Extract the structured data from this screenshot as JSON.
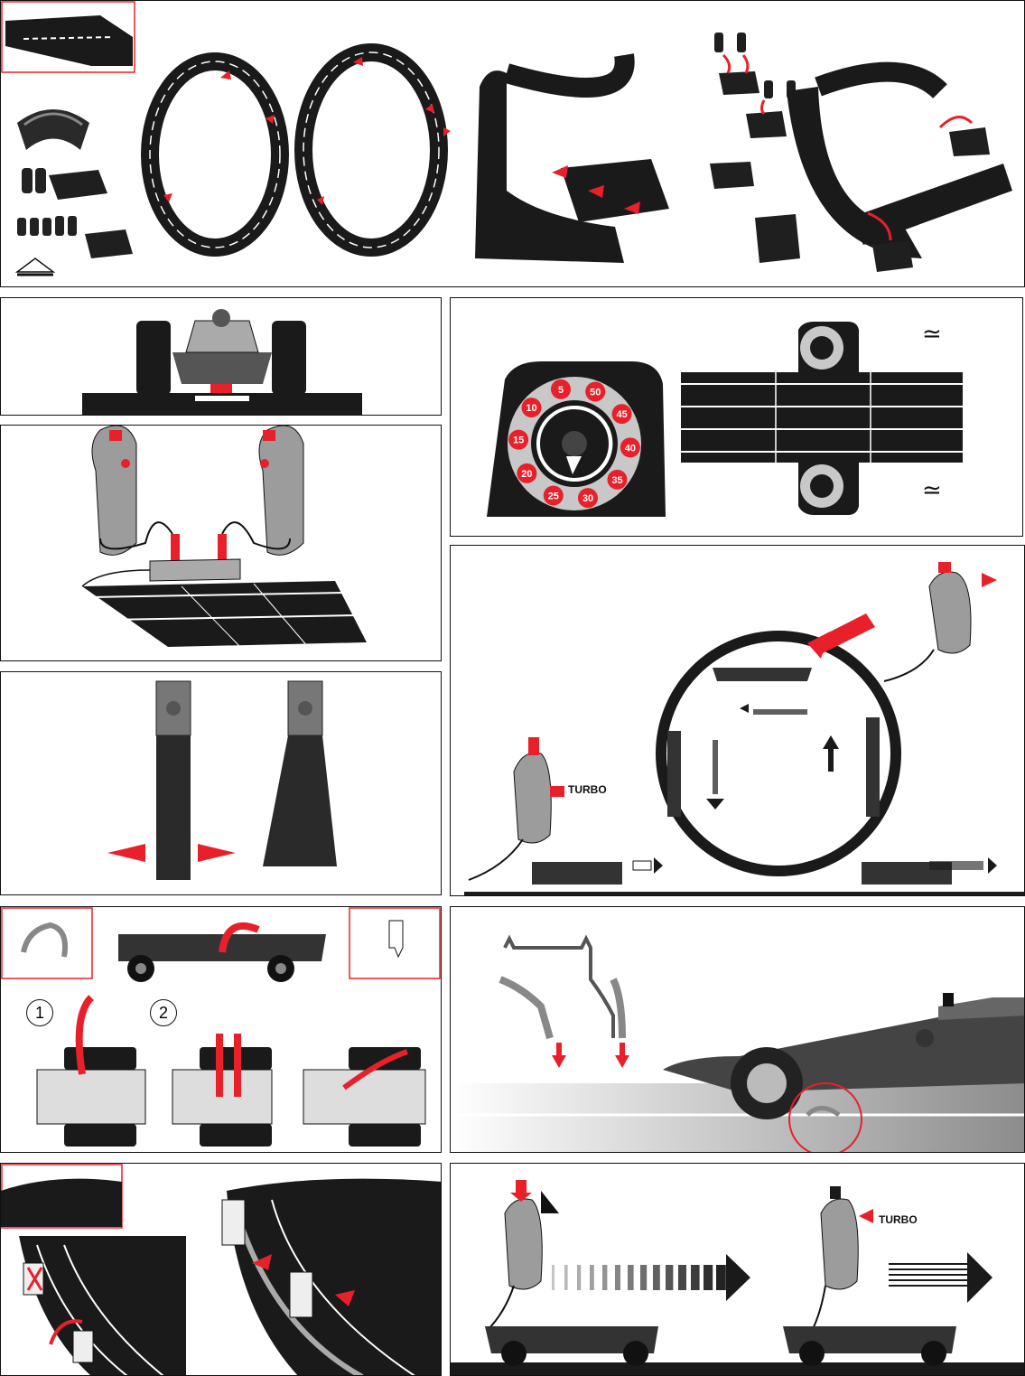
{
  "track_assembly": {
    "warning_symbol": "⚠"
  },
  "lap_counter": {
    "dial_numbers": [
      "50",
      "45",
      "40",
      "35",
      "30",
      "25",
      "20",
      "15",
      "10",
      "5"
    ],
    "approx_symbol_top": "≃",
    "approx_symbol_bottom": "≃"
  },
  "loop_driving": {
    "turbo_label": "TURBO"
  },
  "guide_replacement": {
    "step_1": "1",
    "step_2": "2"
  },
  "speed_control": {
    "turbo_label": "TURBO"
  },
  "colors": {
    "accent_red": "#e8202a",
    "track_black": "#1a1a1a",
    "dial_grey": "#c8c8c8"
  }
}
